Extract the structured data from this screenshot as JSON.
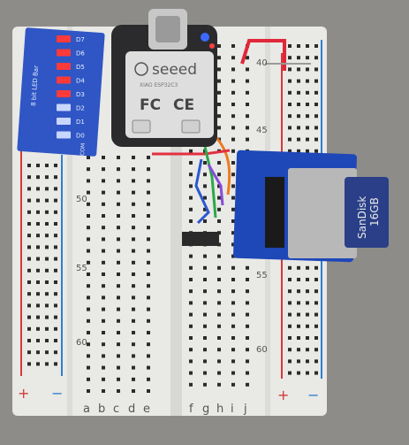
{
  "breadboard": {
    "row_numbers_top": [
      "40",
      "45"
    ],
    "row_numbers_left": [
      "50",
      "55",
      "60"
    ],
    "row_numbers_right": [
      "55",
      "60"
    ],
    "col_letters_left": [
      "a",
      "b",
      "c",
      "d",
      "e"
    ],
    "col_letters_right": [
      "f",
      "g",
      "h",
      "i",
      "j"
    ],
    "rail_plus": "+",
    "rail_minus": "−"
  },
  "led_bar": {
    "label": "8 bit LED Bar",
    "pin_labels": [
      "D7",
      "D6",
      "D5",
      "D4",
      "D3",
      "D2",
      "D1",
      "D0"
    ],
    "com_label": "COM",
    "lit_count": 5
  },
  "xiao": {
    "brand": "seeed",
    "model": "XIAO ESP32C3",
    "cert_fc": "FC",
    "cert_ce": "CE"
  },
  "sd_card": {
    "label_brand": "SanDisk",
    "label_size": "16GB"
  },
  "colors": {
    "board_white": "#e9e9e6",
    "led_module_blue": "#2f56c4",
    "sd_module_blue": "#1e47b8",
    "led_lit": "#ff3a3a",
    "rail_red": "#d23a3a",
    "rail_blue": "#2f7fd0"
  }
}
